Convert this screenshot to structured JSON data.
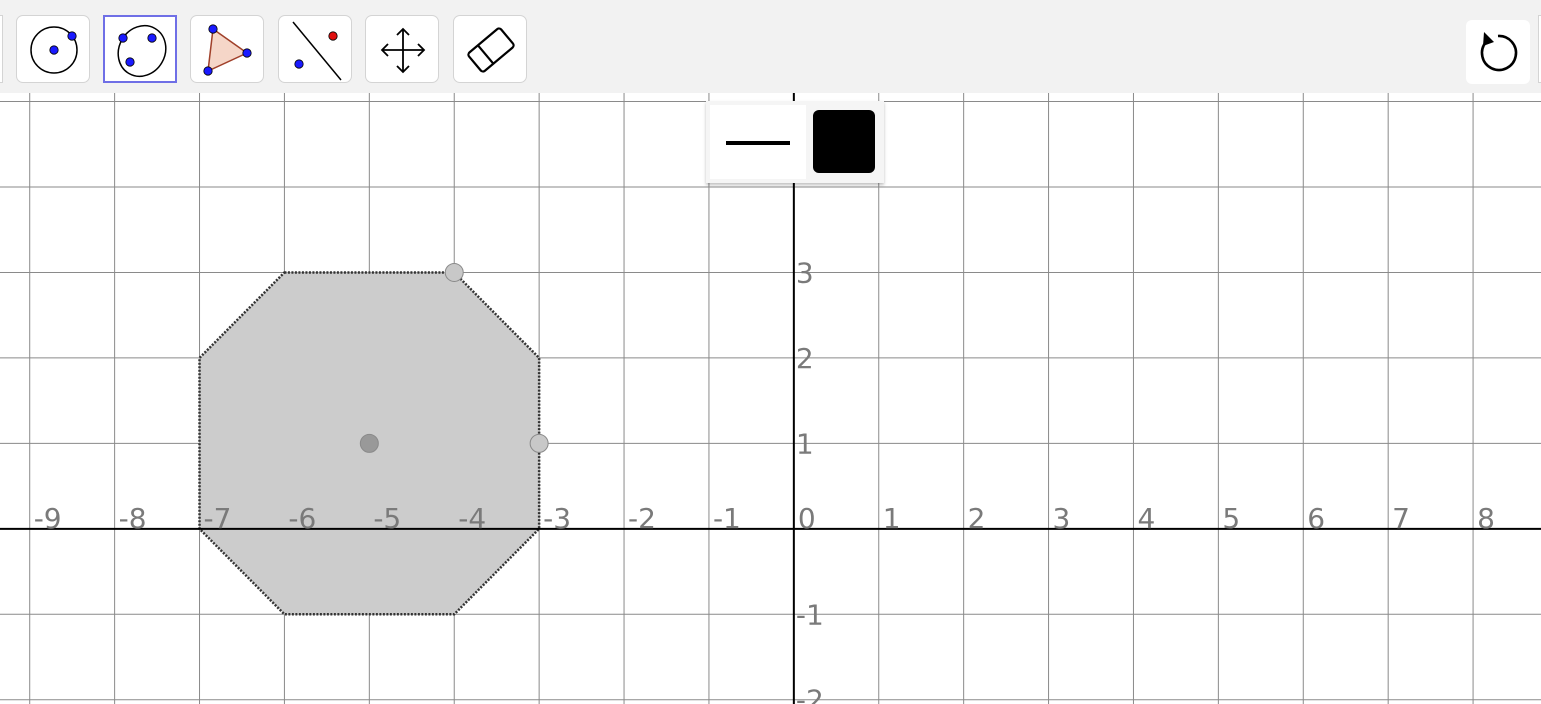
{
  "toolbar": {
    "tools": [
      {
        "name": "circle-with-center-tool",
        "selected": false
      },
      {
        "name": "ellipse-tool",
        "selected": true
      },
      {
        "name": "polygon-tool",
        "selected": false
      },
      {
        "name": "perpendicular-line-tool",
        "selected": false
      },
      {
        "name": "move-graphics-view-tool",
        "selected": false
      },
      {
        "name": "delete-tool",
        "selected": false
      }
    ],
    "undo_icon": "undo-icon"
  },
  "style_bar": {
    "line_style_icon": "line-style-icon",
    "color": "#000000"
  },
  "graph": {
    "x_ticks": [
      "-9",
      "-8",
      "-7",
      "-6",
      "-5",
      "-4",
      "-3",
      "-2",
      "-1",
      "0",
      "1",
      "2",
      "3",
      "4",
      "5",
      "6",
      "7",
      "8"
    ],
    "y_ticks": [
      "-2",
      "-1",
      "1",
      "2",
      "3"
    ],
    "xlim": [
      -9.35,
      8.8
    ],
    "ylim": [
      -2.05,
      5.1
    ],
    "grid": true,
    "polygon": {
      "vertices": [
        [
          -6,
          3
        ],
        [
          -4,
          3
        ],
        [
          -3,
          2
        ],
        [
          -3,
          0
        ],
        [
          -4,
          -1
        ],
        [
          -6,
          -1
        ],
        [
          -7,
          0
        ],
        [
          -7,
          2
        ]
      ],
      "fill": "#cccccc",
      "stroke": "#333333"
    },
    "points": [
      {
        "name": "center-point",
        "x": -5,
        "y": 1,
        "color": "#999999"
      },
      {
        "name": "vertex-point-a",
        "x": -4,
        "y": 3,
        "color": "#c8c8c8"
      },
      {
        "name": "vertex-point-b",
        "x": -3,
        "y": 1,
        "color": "#c8c8c8"
      }
    ],
    "colors": {
      "grid": "#8a8a8a",
      "axes": "#000000",
      "labels": "#7a7a7a"
    }
  }
}
